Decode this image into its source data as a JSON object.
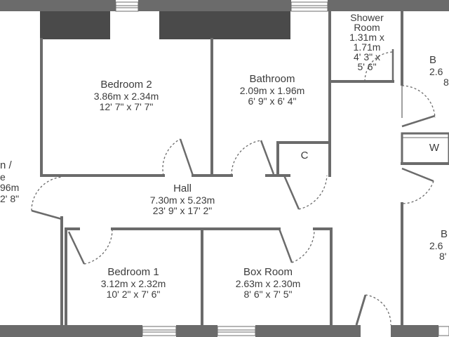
{
  "plan": {
    "wall_color": "#6b6b6b",
    "dark_block_color": "#4a4a4a",
    "door_swing_color": "#6b6b6b",
    "text_color": "#3c3c3c",
    "rooms": {
      "bedroom2": {
        "name": "Bedroom 2",
        "metric": "3.86m x 2.34m",
        "imperial": "12' 7\" x 7' 7\""
      },
      "bathroom": {
        "name": "Bathroom",
        "metric": "2.09m x 1.96m",
        "imperial": "6' 9\" x 6' 4\""
      },
      "shower": {
        "name_line1": "Shower",
        "name_line2": "Room",
        "metric_line1": "1.31m x",
        "metric_line2": "1.71m",
        "imperial_line1": "4' 3\" x",
        "imperial_line2": "5' 6\""
      },
      "right_top": {
        "name": "B",
        "metric": "2.6",
        "imperial": "8"
      },
      "cupboard_c": {
        "name": "C"
      },
      "cupboard_w": {
        "name": "W"
      },
      "left_room": {
        "name": "n /",
        "name2": "e",
        "metric": "96m",
        "imperial": "2' 8\""
      },
      "hall": {
        "name": "Hall",
        "metric": "7.30m x 5.23m",
        "imperial": "23' 9\" x 17' 2\""
      },
      "right_bottom": {
        "name": "B",
        "metric": "2.6",
        "imperial": "8'"
      },
      "bedroom1": {
        "name": "Bedroom 1",
        "metric": "3.12m x 2.32m",
        "imperial": "10' 2\" x 7' 6\""
      },
      "boxroom": {
        "name": "Box Room",
        "metric": "2.63m x 2.30m",
        "imperial": "8' 6\" x 7' 5\""
      }
    }
  }
}
